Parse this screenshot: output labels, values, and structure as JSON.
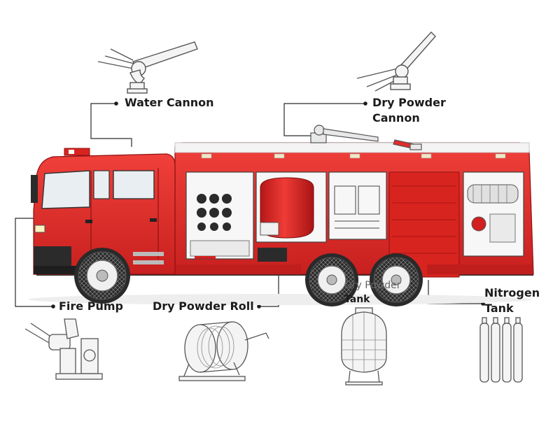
{
  "labels": {
    "water_cannon": "Water Cannon",
    "dry_powder_cannon_line1": "Dry Powder",
    "dry_powder_cannon_line2": "Cannon",
    "fire_pump": "Fire Pump",
    "dry_powder_roll": "Dry Powder Roll",
    "dry_tank_line1": "Dry Powder",
    "dry_tank_line2": "Tank",
    "nitrogen_tank_line1": "Nitrogen",
    "nitrogen_tank_line2": "Tank"
  },
  "colors": {
    "truck_red": "#e32a2a",
    "truck_dark_red": "#b51c1c",
    "leader_line": "#2a2a2a",
    "sketch": "#555555"
  }
}
